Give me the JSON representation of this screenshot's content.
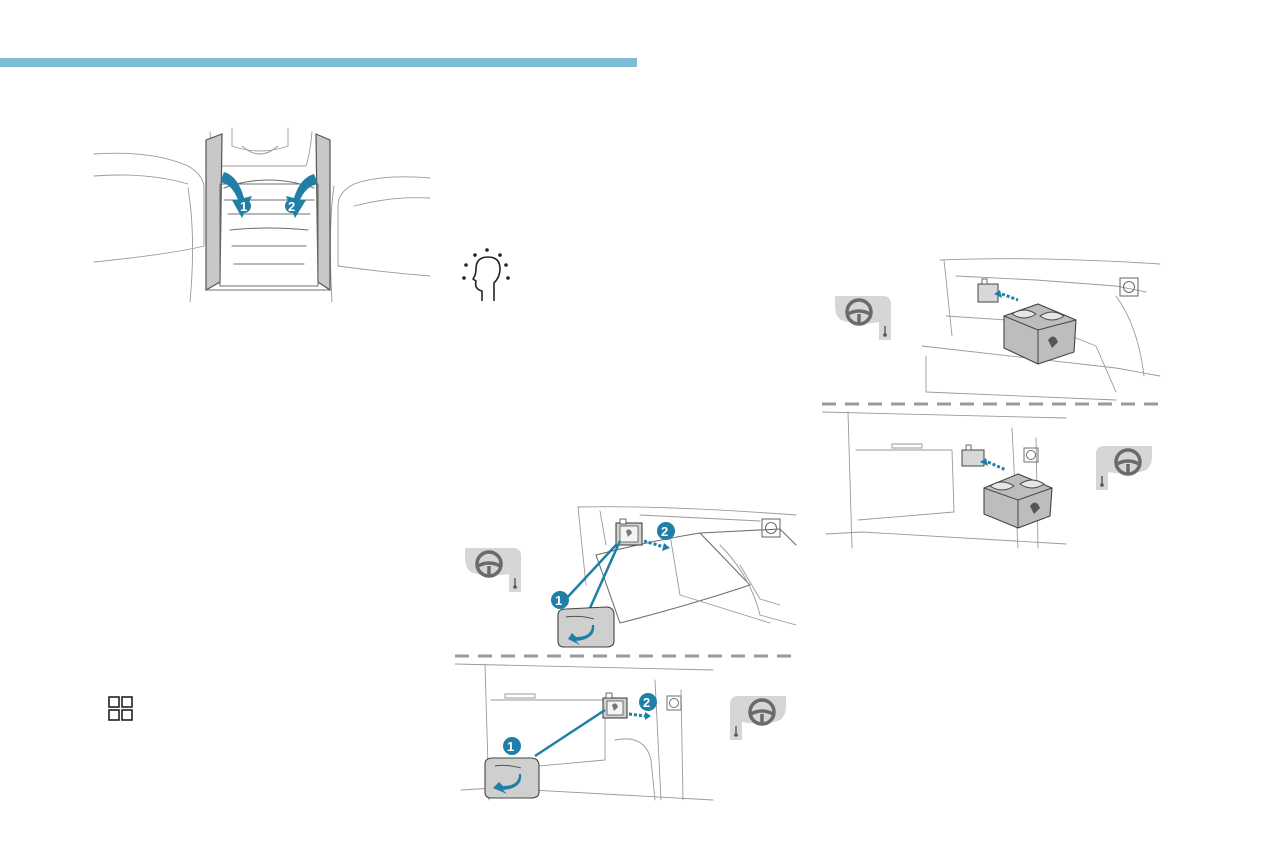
{
  "colors": {
    "header_bar": "#7fbcd8",
    "accent": "#1f7fa6",
    "line": "#6f6f6f",
    "badge_bg": "#d6d6d6"
  },
  "icons": {
    "section_menu": "four-squares-icon",
    "voice_head": "head-speaking-icon",
    "steering_wheel": "steering-wheel-icon",
    "thermometer": "temperature-icon"
  },
  "armrest_illustration": {
    "step1": "1",
    "step2": "2"
  },
  "lhd_illustration": {
    "step1": "1",
    "step2": "2"
  },
  "rhd_illustration": {
    "step1": "1",
    "step2": "2"
  }
}
